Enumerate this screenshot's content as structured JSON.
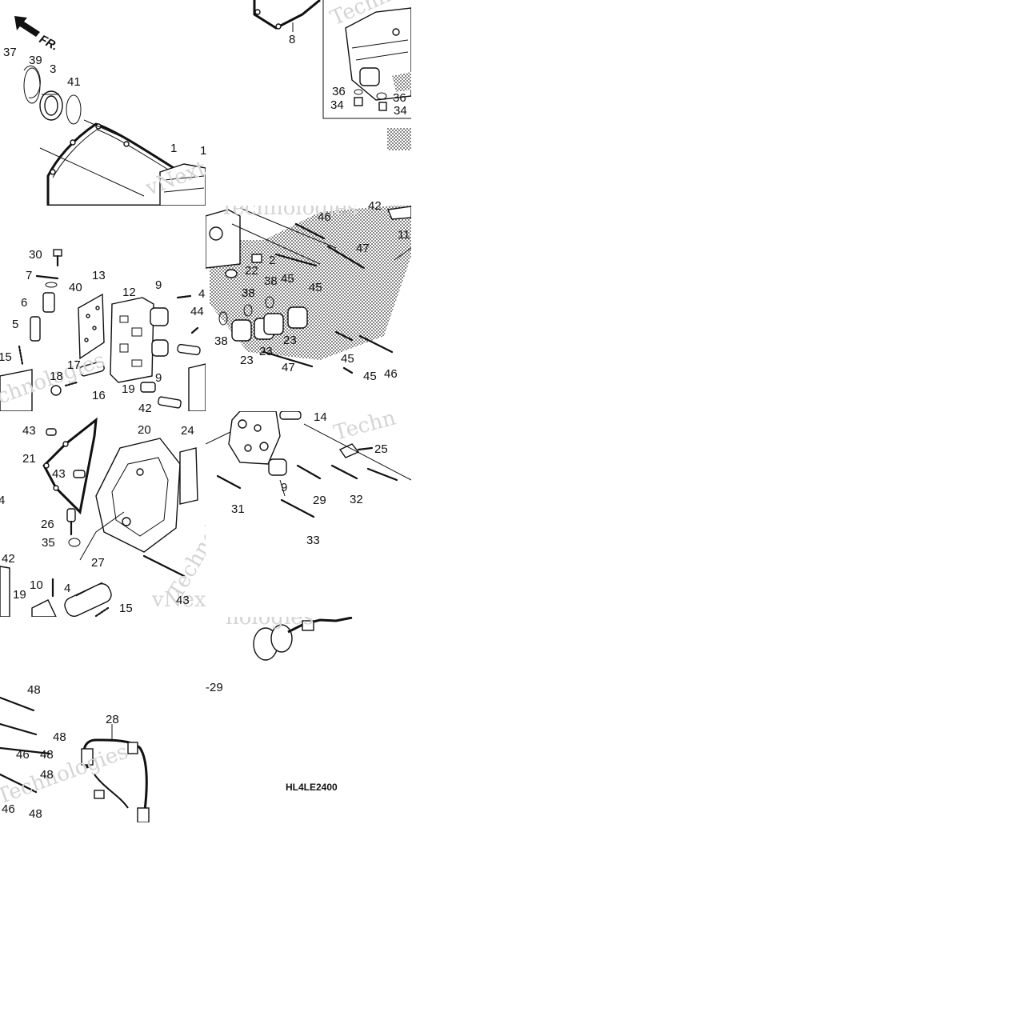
{
  "diagram": {
    "direction_label": "FR.",
    "diagram_code": "HL4LE2400",
    "watermarks": [
      "vNext",
      "Technologies",
      "Techno",
      "vNext Te",
      "Technologies",
      "Technologies",
      "Techn",
      "chnologies",
      "Techno",
      "vNext Te",
      "hologies"
    ]
  },
  "callouts": [
    {
      "text": "37"
    },
    {
      "text": "39"
    },
    {
      "text": "3"
    },
    {
      "text": "41"
    },
    {
      "text": "1"
    },
    {
      "text": "1"
    },
    {
      "text": "8"
    },
    {
      "text": "36"
    },
    {
      "text": "36"
    },
    {
      "text": "34"
    },
    {
      "text": "34"
    },
    {
      "text": "30"
    },
    {
      "text": "7"
    },
    {
      "text": "40"
    },
    {
      "text": "6"
    },
    {
      "text": "5"
    },
    {
      "text": "15"
    },
    {
      "text": "13"
    },
    {
      "text": "12"
    },
    {
      "text": "9"
    },
    {
      "text": "4"
    },
    {
      "text": "44"
    },
    {
      "text": "9"
    },
    {
      "text": "18"
    },
    {
      "text": "17"
    },
    {
      "text": "16"
    },
    {
      "text": "19"
    },
    {
      "text": "42"
    },
    {
      "text": "46"
    },
    {
      "text": "42"
    },
    {
      "text": "11"
    },
    {
      "text": "2"
    },
    {
      "text": "22"
    },
    {
      "text": "45"
    },
    {
      "text": "45"
    },
    {
      "text": "47"
    },
    {
      "text": "38"
    },
    {
      "text": "38"
    },
    {
      "text": "38"
    },
    {
      "text": "23"
    },
    {
      "text": "23"
    },
    {
      "text": "23"
    },
    {
      "text": "45"
    },
    {
      "text": "47"
    },
    {
      "text": "45"
    },
    {
      "text": "46"
    },
    {
      "text": "43"
    },
    {
      "text": "20"
    },
    {
      "text": "24"
    },
    {
      "text": "21"
    },
    {
      "text": "43"
    },
    {
      "text": "4"
    },
    {
      "text": "26"
    },
    {
      "text": "35"
    },
    {
      "text": "42"
    },
    {
      "text": "27"
    },
    {
      "text": "10"
    },
    {
      "text": "4"
    },
    {
      "text": "19"
    },
    {
      "text": "15"
    },
    {
      "text": "43"
    },
    {
      "text": "14"
    },
    {
      "text": "25"
    },
    {
      "text": "9"
    },
    {
      "text": "31"
    },
    {
      "text": "29"
    },
    {
      "text": "32"
    },
    {
      "text": "33"
    },
    {
      "text": "48"
    },
    {
      "text": "48"
    },
    {
      "text": "46"
    },
    {
      "text": "48"
    },
    {
      "text": "48"
    },
    {
      "text": "46"
    },
    {
      "text": "48"
    },
    {
      "text": "28"
    },
    {
      "text": "-29"
    }
  ]
}
